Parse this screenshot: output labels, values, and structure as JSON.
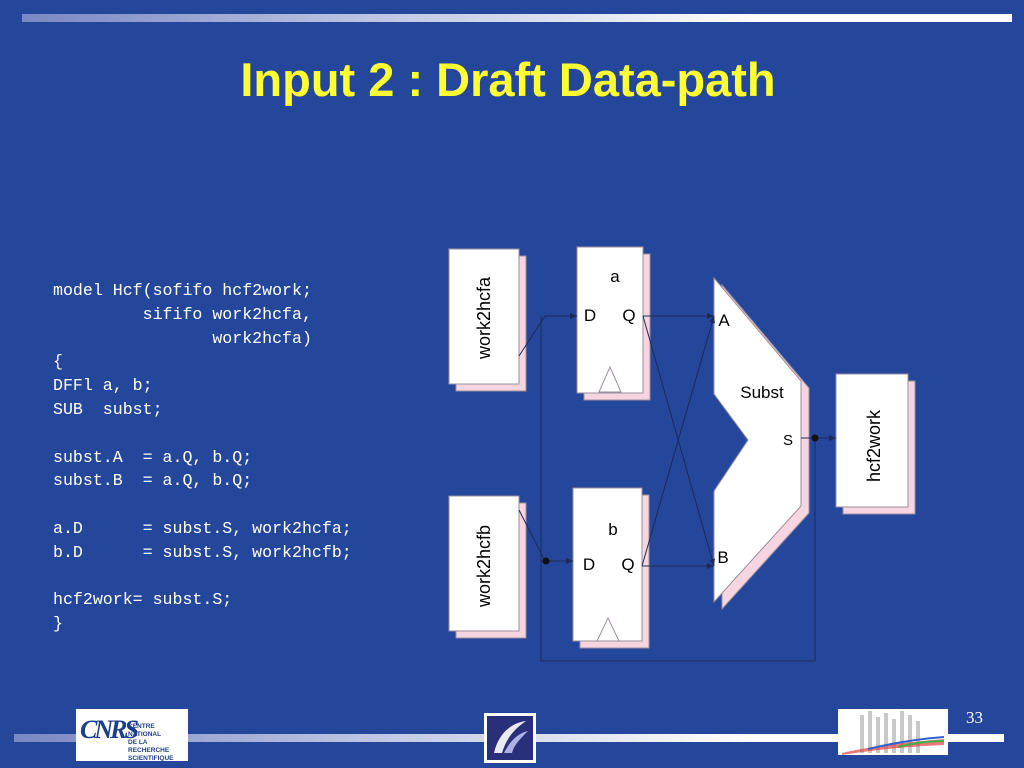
{
  "slide": {
    "title": "Input 2 : Draft Data-path",
    "page_number": "33"
  },
  "code_lines": [
    "model Hcf(sofifo hcf2work;",
    "         sififo work2hcfa,",
    "                work2hcfa)",
    "{",
    "DFFl a, b;",
    "SUB  subst;",
    "",
    "subst.A  = a.Q, b.Q;",
    "subst.B  = a.Q, b.Q;",
    "",
    "a.D      = subst.S, work2hcfa;",
    "b.D      = subst.S, work2hcfb;",
    "",
    "hcf2work= subst.S;",
    "}"
  ],
  "diagram": {
    "fifo_a_label": "work2hcfa",
    "fifo_b_label": "work2hcfb",
    "fifo_out_label": "hcf2work",
    "dff_a": {
      "name": "a",
      "d": "D",
      "q": "Q"
    },
    "dff_b": {
      "name": "b",
      "d": "D",
      "q": "Q"
    },
    "subst": {
      "name": "Subst",
      "a": "A",
      "b": "B",
      "s": "S"
    }
  },
  "logos": {
    "cnrs_letters": "CNRS",
    "cnrs_text": [
      "CENTRE NATIONAL",
      "DE LA RECHERCHE",
      "SCIENTIFIQUE"
    ]
  },
  "colors": {
    "background": "#25479b",
    "title": "#ffff33",
    "box_shadow": "#f6d5e0",
    "wire": "#1e2a55"
  }
}
